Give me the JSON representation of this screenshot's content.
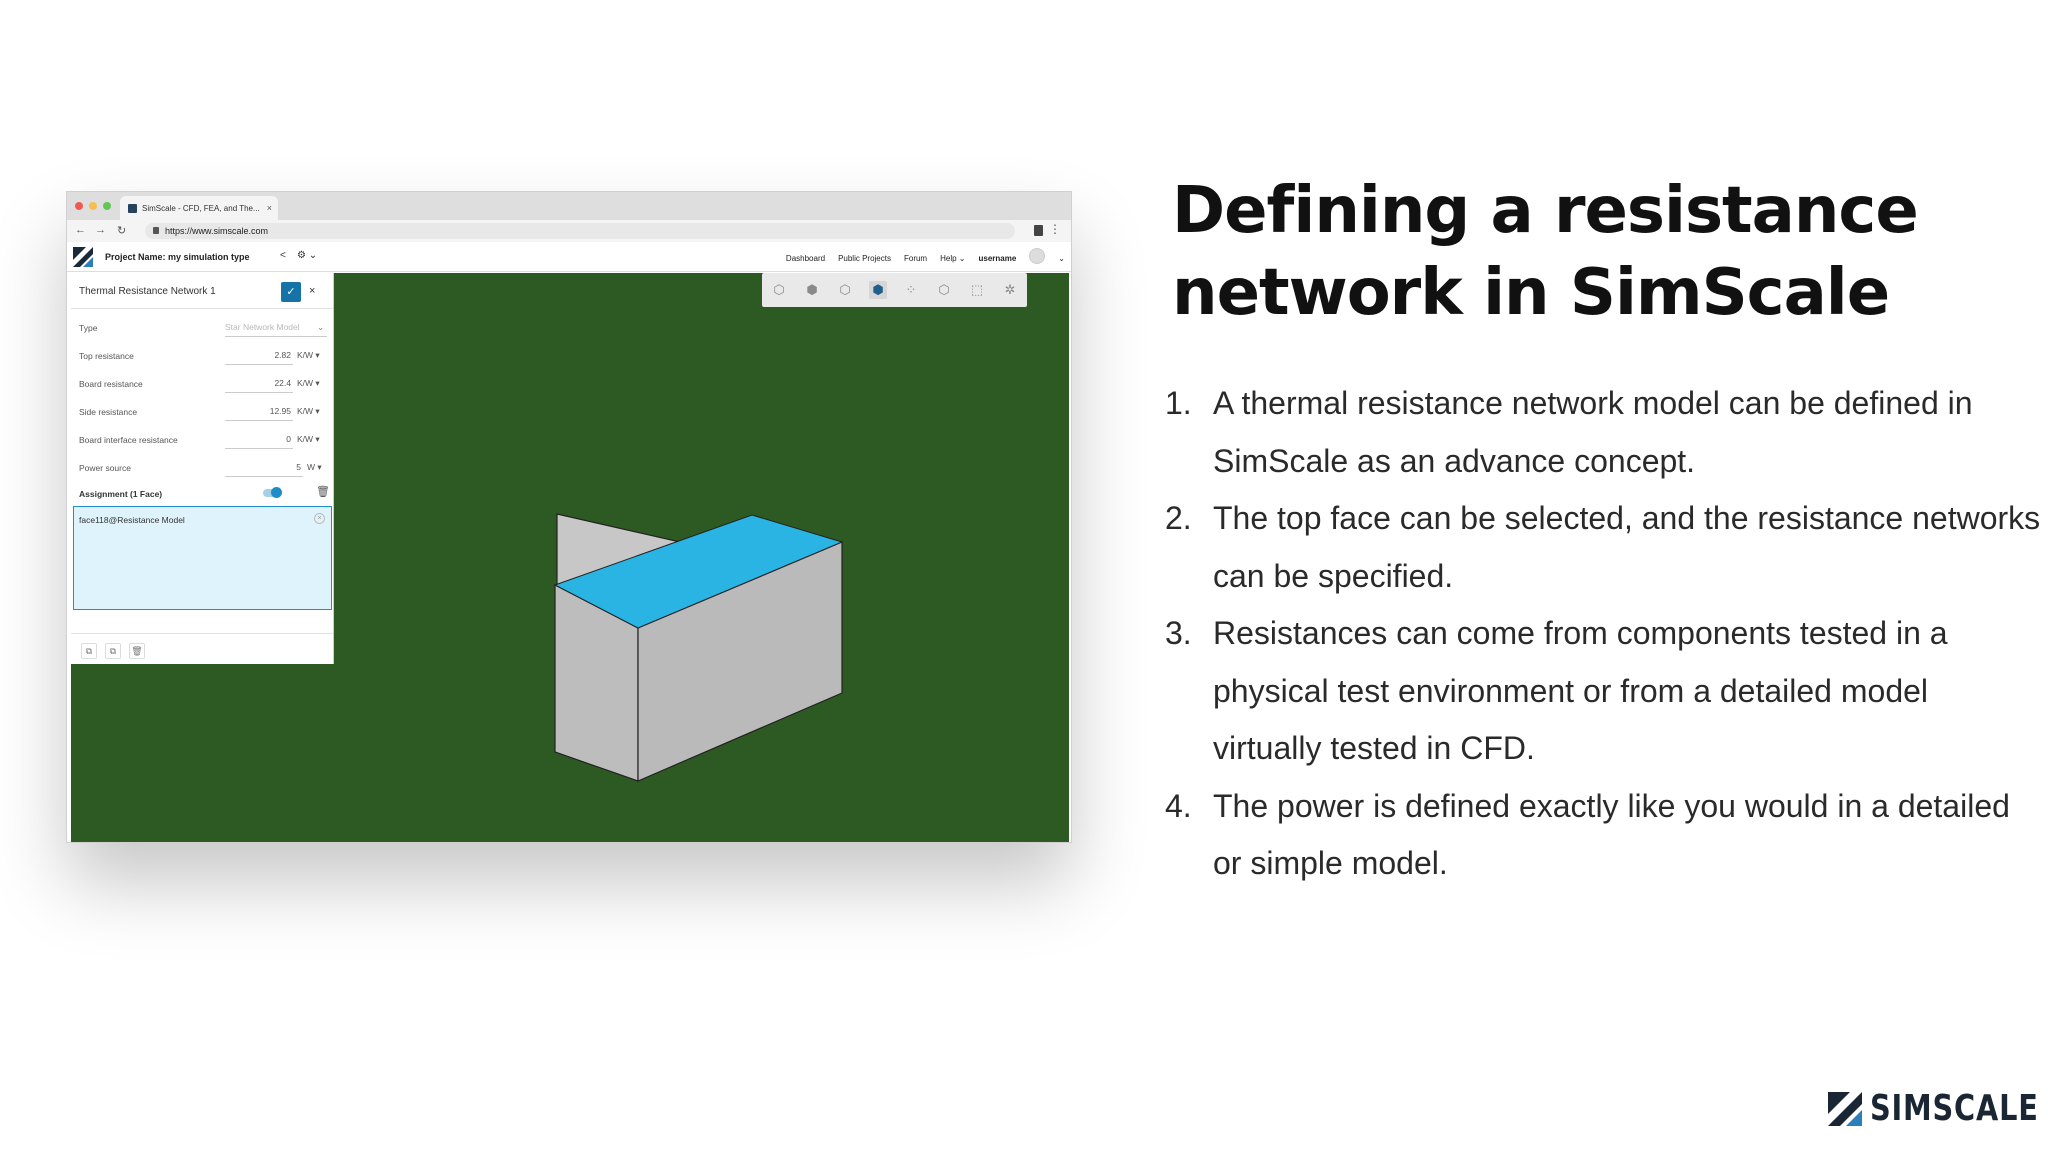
{
  "slide": {
    "title": "Defining a resistance network in SimScale",
    "points": [
      {
        "num": "1.",
        "text": "A thermal resistance network model can be defined in SimScale as an advance concept."
      },
      {
        "num": "2.",
        "text": "The top face can be selected, and the resistance networks can be specified."
      },
      {
        "num": "3.",
        "text": "Resistances can come from components tested in a physical test environment or from a detailed model virtually tested in CFD."
      },
      {
        "num": "4.",
        "text": "The power is defined exactly like you would in a detailed or simple model."
      }
    ],
    "brand": "SIMSCALE"
  },
  "browser": {
    "tab_title": "SimScale - CFD, FEA, and The...",
    "tab_close": "×",
    "url": "https://www.simscale.com",
    "nav": {
      "back": "←",
      "forward": "→",
      "reload": "↻",
      "menu": "⋮"
    }
  },
  "app": {
    "project_name": "Project Name: my simulation type",
    "share_icon": "<",
    "settings_icon": "⚙ ⌄",
    "menu": [
      "Dashboard",
      "Public Projects",
      "Forum",
      "Help ⌄",
      "username"
    ],
    "avatar_caret": "⌄"
  },
  "panel": {
    "title": "Thermal Resistance Network 1",
    "ok": "✓",
    "close": "×",
    "type_label": "Type",
    "type_value": "Star Network Model",
    "type_caret": "⌄",
    "rows": [
      {
        "label": "Top resistance",
        "value": "2.82",
        "unit": "K/W ▾"
      },
      {
        "label": "Board resistance",
        "value": "22.4",
        "unit": "K/W ▾"
      },
      {
        "label": "Side resistance",
        "value": "12.95",
        "unit": "K/W ▾"
      },
      {
        "label": "Board interface resistance",
        "value": "0",
        "unit": "K/W ▾"
      },
      {
        "label": "Power source",
        "value": "5",
        "unit": "W ▾"
      }
    ],
    "assignment_label": "Assignment (1 Face)",
    "assignment_toggle_on": true,
    "assignment_item": "face118@Resistance Model",
    "assignment_remove": "×",
    "footer_buttons": [
      "⧉",
      "⧉",
      "🗑"
    ]
  },
  "colors": {
    "viewport_bg": "#2d5a23",
    "selected_face": "#29b4e3",
    "accent": "#1573a8"
  },
  "view_toolbar": {
    "buttons": [
      {
        "name": "view-cube-icon",
        "glyph": "⬡"
      },
      {
        "name": "solid-view-icon",
        "glyph": "⬢"
      },
      {
        "name": "wireframe-view-icon",
        "glyph": "⬡"
      },
      {
        "name": "surface-select-icon",
        "glyph": "⬢",
        "active": true
      },
      {
        "name": "volume-select-icon",
        "glyph": "⁘"
      },
      {
        "name": "hidden-view-icon",
        "glyph": "⬡"
      },
      {
        "name": "box-select-icon",
        "glyph": "⬚"
      },
      {
        "name": "settings-icon",
        "glyph": "✲"
      }
    ]
  }
}
